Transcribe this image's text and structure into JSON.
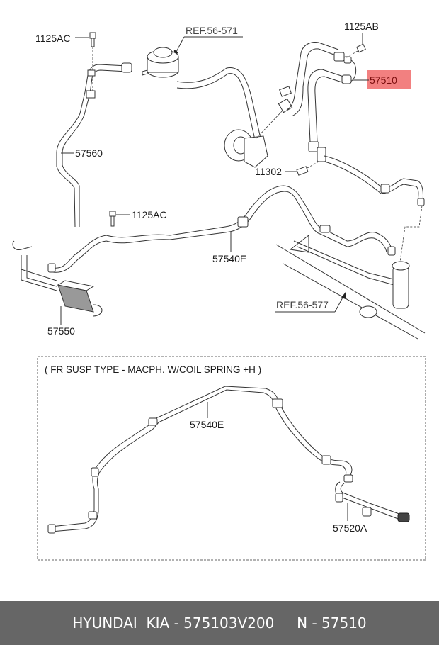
{
  "diagram": {
    "labels": {
      "bolt_top_left": "1125AC",
      "ref_reservoir": "REF.56-571",
      "bolt_top_right": "1125AB",
      "highlight_part": "57510",
      "hose_left": "57560",
      "pump_bolt": "11302",
      "bolt_mid": "1125AC",
      "pipe_main": "57540E",
      "cooler": "57550",
      "ref_gear": "REF.56-577"
    },
    "highlight_color": "#f28080",
    "inset": {
      "condition": "( FR SUSP TYPE - MACPH. W/COIL SPRING +H )",
      "pipe_label": "57540E",
      "tube_label": "57520A"
    }
  },
  "footer": {
    "text": "HYUNDAI  KIA - 575103V200     N - 57510",
    "background": "#666666"
  }
}
